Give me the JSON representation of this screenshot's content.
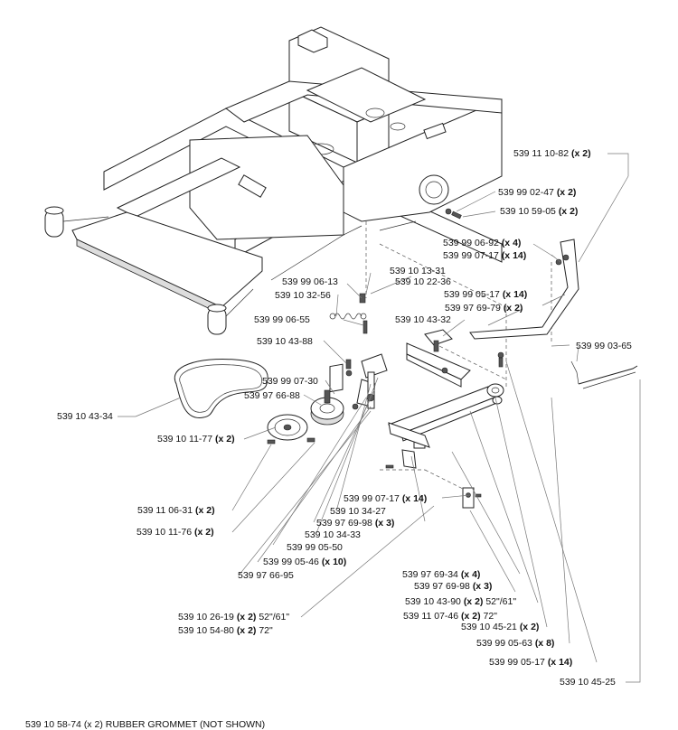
{
  "labels": [
    {
      "id": "p01",
      "num": "539 11 10-82",
      "qty": "(x 2)"
    },
    {
      "id": "p02",
      "num": "539 99 02-47",
      "qty": "(x 2)"
    },
    {
      "id": "p03",
      "num": "539 10 59-05",
      "qty": "(x 2)"
    },
    {
      "id": "p04",
      "num": "539 99 06-92",
      "qty": "(x 4)"
    },
    {
      "id": "p05",
      "num": "539 99 07-17",
      "qty": "(x 14)"
    },
    {
      "id": "p06",
      "num": "539 10 13-31",
      "qty": ""
    },
    {
      "id": "p07",
      "num": "539 10 22-36",
      "qty": ""
    },
    {
      "id": "p08",
      "num": "539 99 06-13",
      "qty": ""
    },
    {
      "id": "p09",
      "num": "539 99 05-17",
      "qty": "(x 14)"
    },
    {
      "id": "p10",
      "num": "539 10 32-56",
      "qty": ""
    },
    {
      "id": "p11",
      "num": "539 97 69-79",
      "qty": "(x 2)"
    },
    {
      "id": "p12",
      "num": "539 10 43-32",
      "qty": ""
    },
    {
      "id": "p13",
      "num": "539 99 06-55",
      "qty": ""
    },
    {
      "id": "p14",
      "num": "539 99 03-65",
      "qty": ""
    },
    {
      "id": "p15",
      "num": "539 10 43-88",
      "qty": ""
    },
    {
      "id": "p16",
      "num": "539 99 07-30",
      "qty": ""
    },
    {
      "id": "p17",
      "num": "539 97 66-88",
      "qty": ""
    },
    {
      "id": "p18",
      "num": "539 10 43-34",
      "qty": ""
    },
    {
      "id": "p19",
      "num": "539 10 11-77",
      "qty": "(x 2)"
    },
    {
      "id": "p20",
      "num": "539 11 06-31",
      "qty": "(x 2)"
    },
    {
      "id": "p21",
      "num": "539 10 11-76",
      "qty": "(x 2)"
    },
    {
      "id": "p22",
      "num": "539 99 07-17",
      "qty": "(x 14)"
    },
    {
      "id": "p23",
      "num": "539 10 34-27",
      "qty": ""
    },
    {
      "id": "p24",
      "num": "539 97 69-98",
      "qty": "(x 3)"
    },
    {
      "id": "p25",
      "num": "539 10 34-33",
      "qty": ""
    },
    {
      "id": "p26",
      "num": "539 99 05-50",
      "qty": ""
    },
    {
      "id": "p27",
      "num": "539 99 05-46",
      "qty": "(x 10)"
    },
    {
      "id": "p28",
      "num": "539 97 66-95",
      "qty": ""
    },
    {
      "id": "p29",
      "num": "539 97 69-34",
      "qty": "(x 4)"
    },
    {
      "id": "p30",
      "num": "539 97 69-98",
      "qty": "(x 3)"
    },
    {
      "id": "p31",
      "num": "539 10 43-90",
      "qty": "(x 2)",
      "size": "52\"/61\""
    },
    {
      "id": "p32",
      "num": "539 10 26-19",
      "qty": "(x 2)",
      "size": "52\"/61\""
    },
    {
      "id": "p33",
      "num": "539 11 07-46",
      "qty": "(x 2)",
      "size": "72\""
    },
    {
      "id": "p34",
      "num": "539 10 54-80",
      "qty": "(x 2)",
      "size": "72\""
    },
    {
      "id": "p35",
      "num": "539 10 45-21",
      "qty": "(x 2)"
    },
    {
      "id": "p36",
      "num": "539 99 05-63",
      "qty": "(x 8)"
    },
    {
      "id": "p37",
      "num": "539 99 05-17",
      "qty": "(x 14)"
    },
    {
      "id": "p38",
      "num": "539 10 45-25",
      "qty": ""
    }
  ],
  "footnote": {
    "num": "539 10 58-74",
    "qty": "(x 2)",
    "desc": "RUBBER GROMMET (NOT SHOWN)"
  }
}
